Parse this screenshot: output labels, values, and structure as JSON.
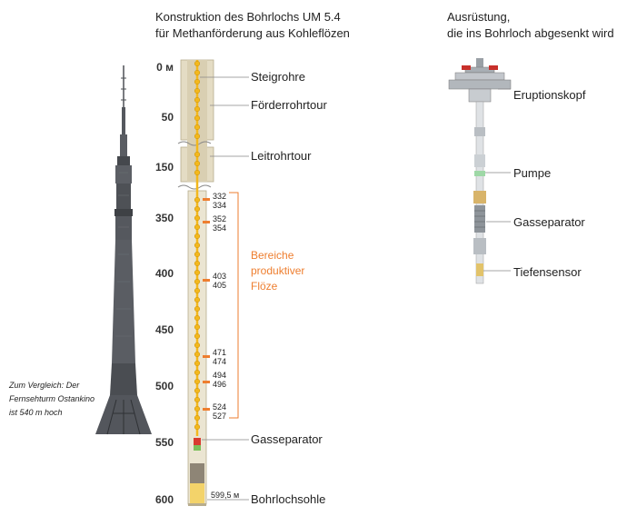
{
  "titles": {
    "construction": [
      "Konstruktion des Bohrlochs UM 5.4",
      "für Methanförderung aus Kohleflözen"
    ],
    "equipment": [
      "Ausrüstung,",
      "die ins Bohrloch abgesenkt wird"
    ]
  },
  "depth_scale": [
    {
      "label": "0 м",
      "value": 0
    },
    {
      "label": "50",
      "value": 50
    },
    {
      "label": "150",
      "value": 150
    },
    {
      "label": "350",
      "value": 350
    },
    {
      "label": "400",
      "value": 400
    },
    {
      "label": "450",
      "value": 450
    },
    {
      "label": "500",
      "value": 500
    },
    {
      "label": "550",
      "value": 550
    },
    {
      "label": "600",
      "value": 600
    }
  ],
  "well_callouts": {
    "steigrohre": "Steigrohre",
    "foerderrohrtour": "Förderrohrtour",
    "leitrohrtour": "Leitrohrtour",
    "gasseparator": "Gasseparator",
    "bohrlochsohle": "Bohrlochsohle",
    "bottom_depth": "599,5 м"
  },
  "productive_intervals": [
    {
      "top": "332",
      "bottom": "334"
    },
    {
      "top": "352",
      "bottom": "354"
    },
    {
      "top": "403",
      "bottom": "405"
    },
    {
      "top": "471",
      "bottom": "474"
    },
    {
      "top": "494",
      "bottom": "496"
    },
    {
      "top": "524",
      "bottom": "527"
    }
  ],
  "productive_label": [
    "Bereiche",
    "produktiver",
    "Flöze"
  ],
  "comparison_note": [
    "Zum Vergleich: Der",
    "Fernsehturm Ostankino",
    "ist 540 m hoch"
  ],
  "equipment_callouts": {
    "eruptionskopf": "Eruptionskopf",
    "pumpe": "Pumpe",
    "gasseparator": "Gasseparator",
    "tiefensensor": "Tiefensensor"
  },
  "colors": {
    "accent": "#ee7e2f",
    "tubing_yellow": "#f3b81d",
    "casing_beige": "#e4dcc4",
    "tower_gray": "#4e5156"
  }
}
